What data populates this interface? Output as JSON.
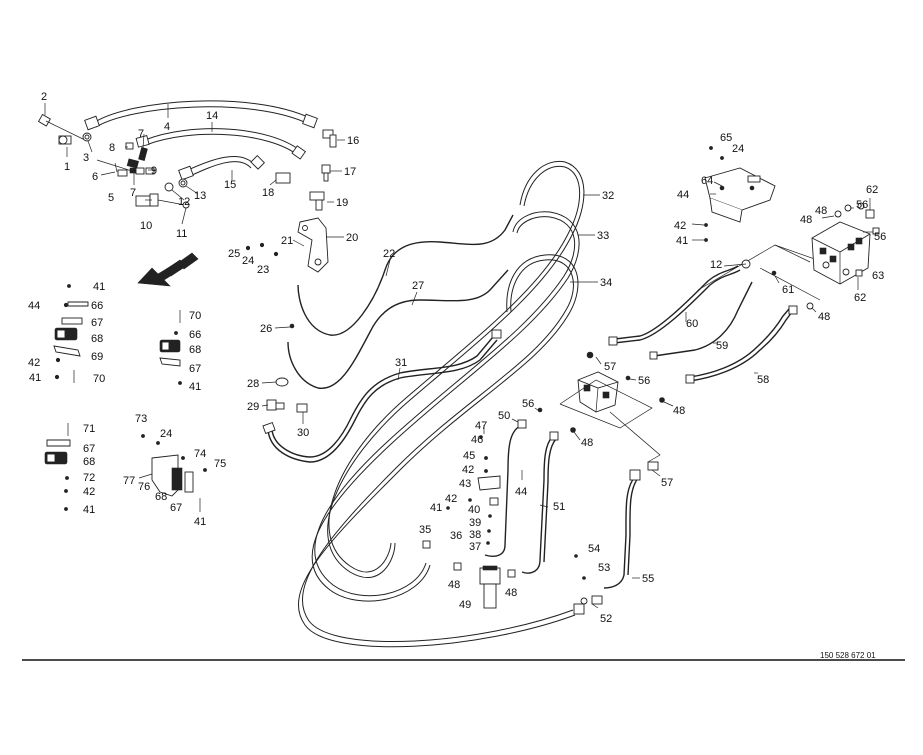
{
  "diagram_id": "150 528 672 01",
  "labels": {
    "n1": "1",
    "n2": "2",
    "n3": "3",
    "n4": "4",
    "n5": "5",
    "n6": "6",
    "n7a": "7",
    "n7b": "7",
    "n8": "8",
    "n9": "9",
    "n10": "10",
    "n11": "11",
    "n12a": "12",
    "n12b": "12",
    "n13": "13",
    "n14": "14",
    "n15": "15",
    "n16": "16",
    "n17": "17",
    "n18": "18",
    "n19": "19",
    "n20": "20",
    "n21": "21",
    "n22": "22",
    "n23": "23",
    "n24a": "24",
    "n24b": "24",
    "n24c": "24",
    "n25": "25",
    "n26": "26",
    "n27": "27",
    "n28": "28",
    "n29": "29",
    "n30": "30",
    "n31": "31",
    "n32": "32",
    "n33": "33",
    "n34": "34",
    "n35": "35",
    "n36": "36",
    "n37": "37",
    "n38": "38",
    "n39": "39",
    "n40": "40",
    "n41a": "41",
    "n41b": "41",
    "n41c": "41",
    "n41d": "41",
    "n41e": "41",
    "n41f": "41",
    "n42a": "42",
    "n42b": "42",
    "n42c": "42",
    "n42d": "42",
    "n42e": "42",
    "n43": "43",
    "n44a": "44",
    "n44b": "44",
    "n44c": "44",
    "n45": "45",
    "n46": "46",
    "n47": "47",
    "n48a": "48",
    "n48b": "48",
    "n48c": "48",
    "n48d": "48",
    "n48e": "48",
    "n48f": "48",
    "n48g": "48",
    "n49": "49",
    "n50": "50",
    "n51": "51",
    "n52": "52",
    "n53": "53",
    "n54": "54",
    "n55": "55",
    "n56a": "56",
    "n56b": "56",
    "n56c": "56",
    "n56d": "56",
    "n57a": "57",
    "n57b": "57",
    "n58": "58",
    "n59": "59",
    "n60": "60",
    "n61": "61",
    "n62a": "62",
    "n62b": "62",
    "n63": "63",
    "n64": "64",
    "n65": "65",
    "n66a": "66",
    "n66b": "66",
    "n67a": "67",
    "n67b": "67",
    "n67c": "67",
    "n67d": "67",
    "n68a": "68",
    "n68b": "68",
    "n68c": "68",
    "n68d": "68",
    "n69": "69",
    "n70a": "70",
    "n70b": "70",
    "n71": "71",
    "n72": "72",
    "n73": "73",
    "n74": "74",
    "n75": "75",
    "n76": "76",
    "n77": "77"
  }
}
